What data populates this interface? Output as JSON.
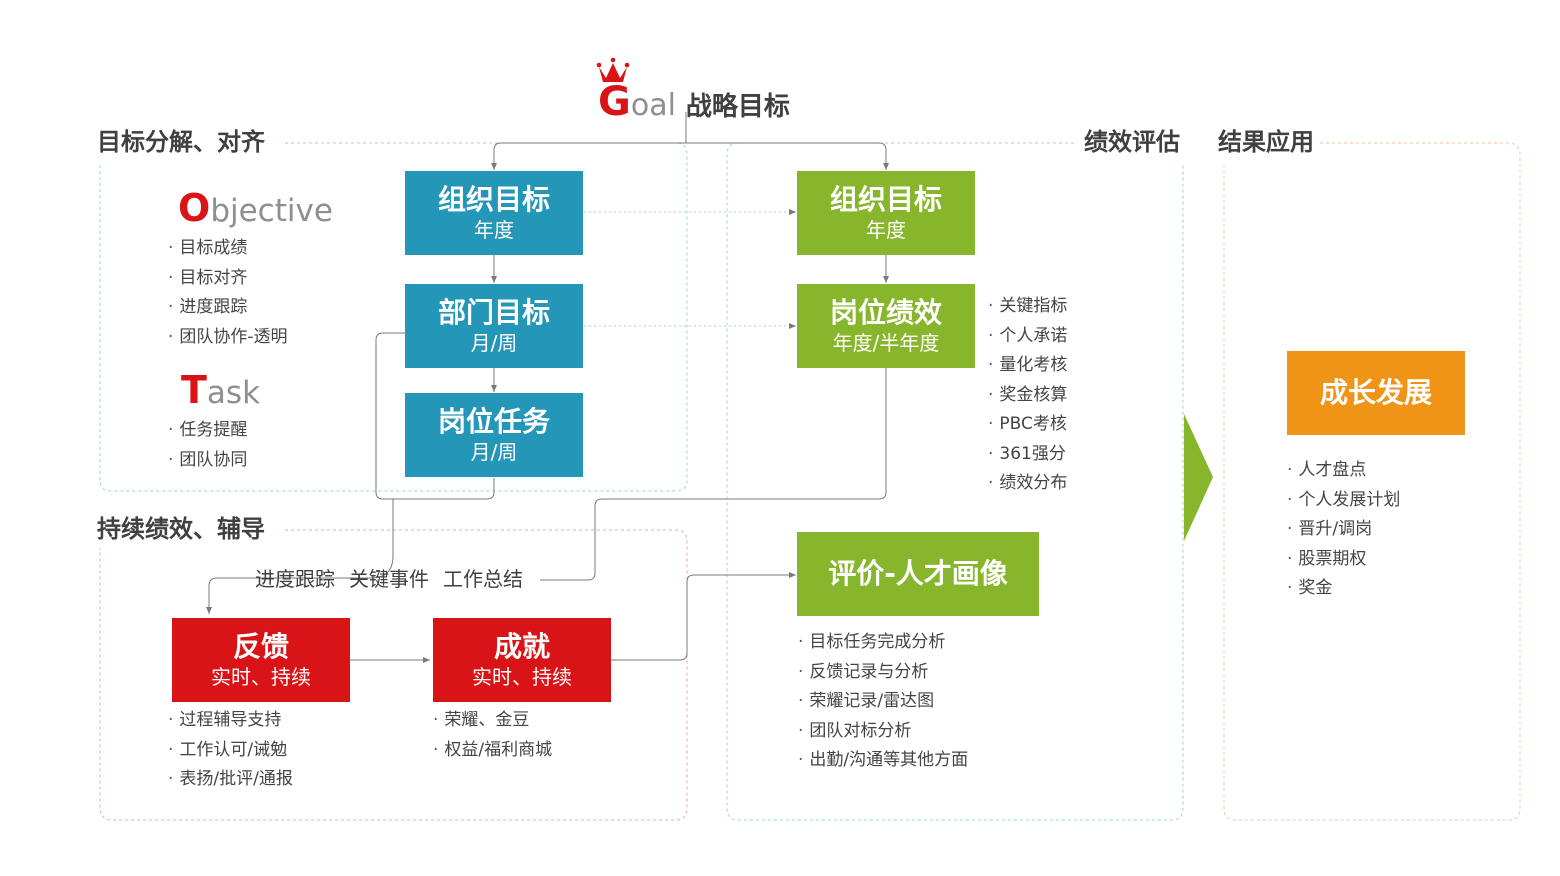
{
  "goal": {
    "cap": "G",
    "rest": "oal",
    "label": "战略目标",
    "icon": "crown-icon"
  },
  "sections": {
    "align": "目标分解、对齐",
    "continuous": "持续绩效、辅导",
    "evaluation": "绩效评估",
    "results": "结果应用"
  },
  "objective": {
    "cap": "O",
    "rest": "bjective",
    "items": [
      "目标成绩",
      "目标对齐",
      "进度跟踪",
      "团队协作-透明"
    ]
  },
  "task": {
    "cap": "T",
    "rest": "ask",
    "items": [
      "任务提醒",
      "团队协同"
    ]
  },
  "blue_boxes": [
    {
      "title": "组织目标",
      "sub": "年度"
    },
    {
      "title": "部门目标",
      "sub": "月/周"
    },
    {
      "title": "岗位任务",
      "sub": "月/周"
    }
  ],
  "green_boxes": [
    {
      "title": "组织目标",
      "sub": "年度"
    },
    {
      "title": "岗位绩效",
      "sub": "年度/半年度"
    }
  ],
  "performance_items": [
    "关键指标",
    "个人承诺",
    "量化考核",
    "奖金核算",
    "PBC考核",
    "361强分",
    "绩效分布"
  ],
  "events": [
    "进度跟踪",
    "关键事件",
    "工作总结"
  ],
  "feedback": {
    "title": "反馈",
    "sub": "实时、持续",
    "items": [
      "过程辅导支持",
      "工作认可/诫勉",
      "表扬/批评/通报"
    ]
  },
  "achievement": {
    "title": "成就",
    "sub": "实时、持续",
    "items": [
      "荣耀、金豆",
      "权益/福利商城"
    ]
  },
  "portrait": {
    "title": "评价-人才画像",
    "items": [
      "目标任务完成分析",
      "反馈记录与分析",
      "荣耀记录/雷达图",
      "团队对标分析",
      "出勤/沟通等其他方面"
    ]
  },
  "growth": {
    "title": "成长发展",
    "items": [
      "人才盘点",
      "个人发展计划",
      "晋升/调岗",
      "股票期权",
      "奖金"
    ]
  },
  "colors": {
    "blue": "#2496b8",
    "green": "#87b62c",
    "red": "#d81417",
    "orange": "#ef9417",
    "dash_teal": "#9fd3d6",
    "dash_pink": "#f2a6ad",
    "dash_peach": "#f5c2a6",
    "arrow_green": "#87b62c"
  }
}
